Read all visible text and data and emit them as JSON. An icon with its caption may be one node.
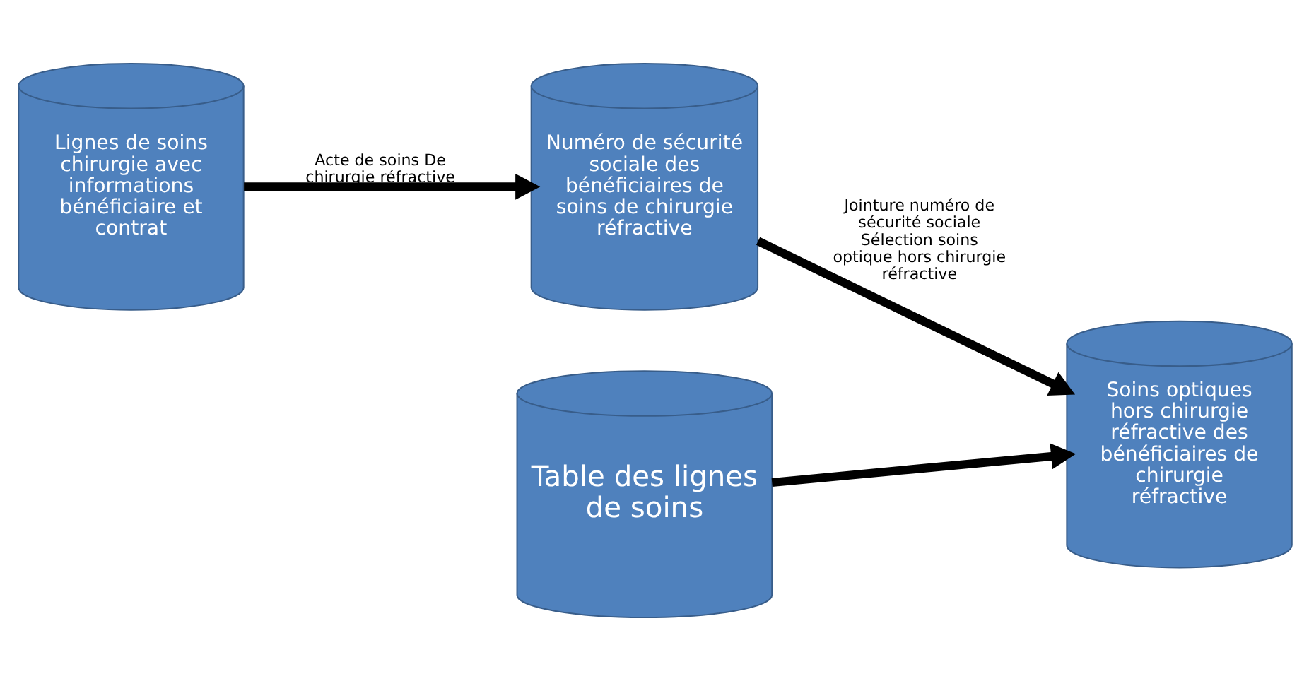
{
  "diagram": {
    "nodes": [
      {
        "text": [
          "Lignes de soins chirurgie avec informations bénéficiaire et contrat"
        ]
      },
      {
        "text": [
          "Numéro de sécurité sociale des bénéficiaires de soins de chirurgie réfractive"
        ]
      },
      {
        "text": [
          "Table des lignes de soins"
        ]
      },
      {
        "text": [
          "Soins optiques hors chirurgie réfractive des bénéficiaires de chirurgie réfractive"
        ]
      }
    ],
    "edges": [
      {
        "from": 0,
        "to": 1,
        "arrow": "to",
        "label": "Acte de soins De chirurgie réfractive"
      },
      {
        "from": 1,
        "to": 3,
        "arrow": "to",
        "label": "Jointure numéro de sécurité sociale Sélection soins optique hors chirurgie réfractive"
      },
      {
        "from": 2,
        "to": 3,
        "arrow": "to"
      }
    ]
  }
}
